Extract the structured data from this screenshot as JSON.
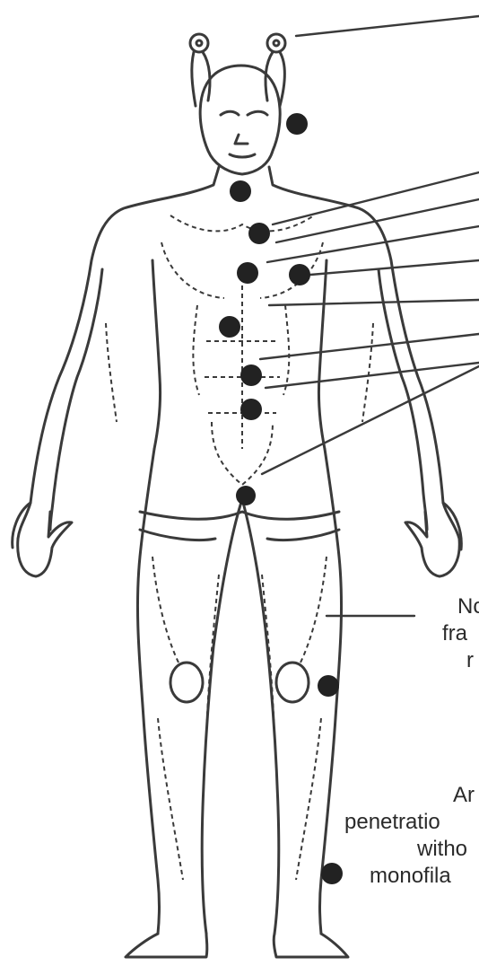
{
  "colors": {
    "ink": "#3a3a3a",
    "dot": "#222222",
    "background": "#ffffff",
    "text": "#2a2a2a"
  },
  "labels": {
    "line1": "Nc",
    "line2": "fra",
    "line3": "r",
    "line4": "Ar",
    "line5": "penetratio",
    "line6": "witho",
    "line7": "monofila"
  },
  "markers": [
    {
      "id": "head-dot"
    },
    {
      "id": "neck-dot"
    },
    {
      "id": "upper-chest-dot"
    },
    {
      "id": "sternum-dot"
    },
    {
      "id": "right-chest-dot"
    },
    {
      "id": "left-abdomen-dot"
    },
    {
      "id": "navel-dot"
    },
    {
      "id": "lower-abdomen-dot"
    },
    {
      "id": "groin-dot"
    },
    {
      "id": "leg-dot"
    },
    {
      "id": "foot-dot"
    }
  ]
}
